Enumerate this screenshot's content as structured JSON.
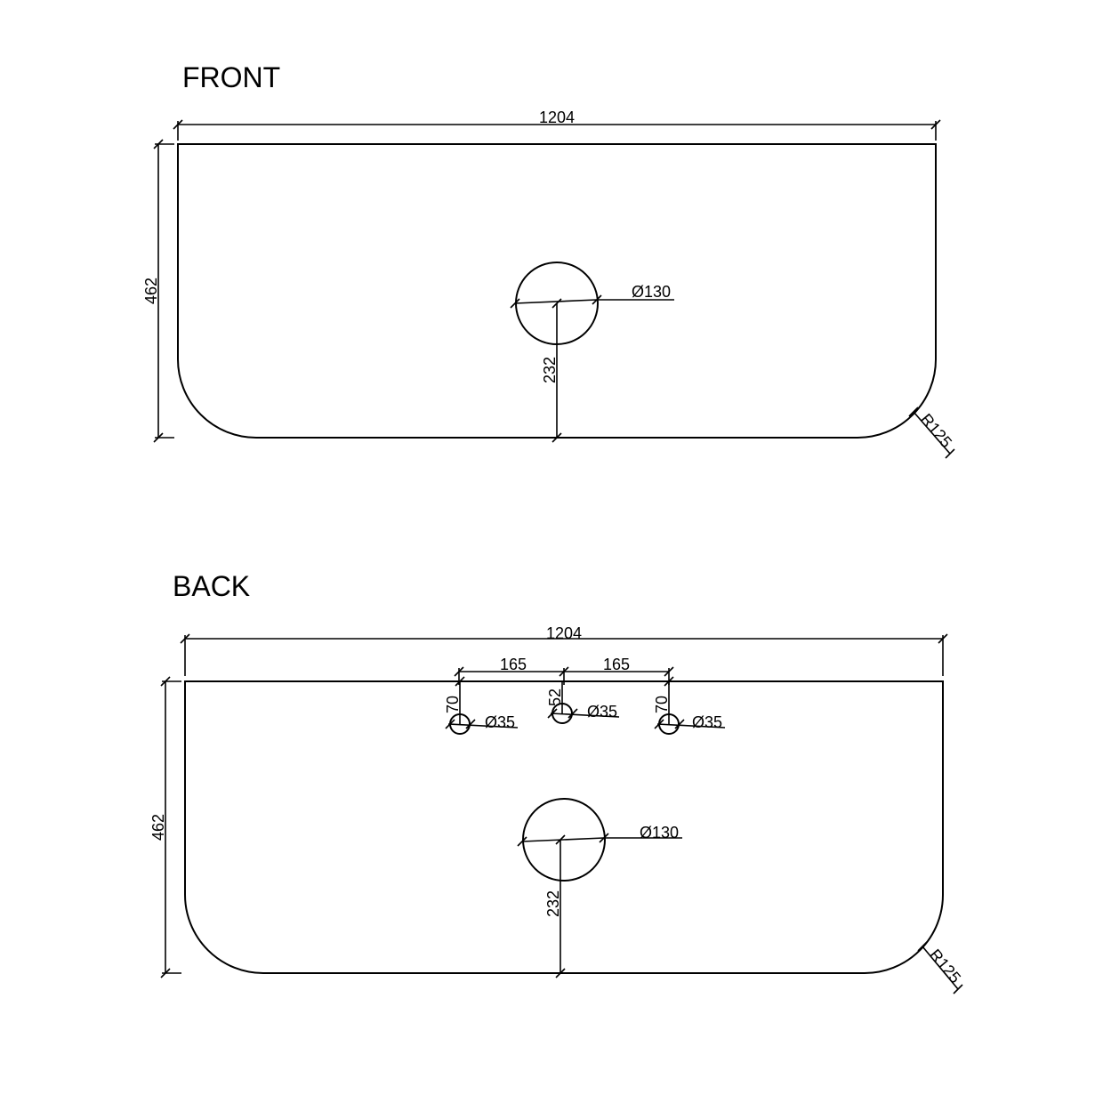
{
  "front": {
    "title": "FRONT",
    "width_label": "1204",
    "height_label": "462",
    "hole_label": "Ø130",
    "hole_offset_label": "232",
    "radius_label": "R125"
  },
  "back": {
    "title": "BACK",
    "width_label": "1204",
    "height_label": "462",
    "spacing_left_label": "165",
    "spacing_right_label": "165",
    "tap_left_offset_label": "70",
    "tap_center_offset_label": "52",
    "tap_right_offset_label": "70",
    "tap_left_label": "Ø35",
    "tap_center_label": "Ø35",
    "tap_right_label": "Ø35",
    "hole_label": "Ø130",
    "hole_offset_label": "232",
    "radius_label": "R125"
  }
}
